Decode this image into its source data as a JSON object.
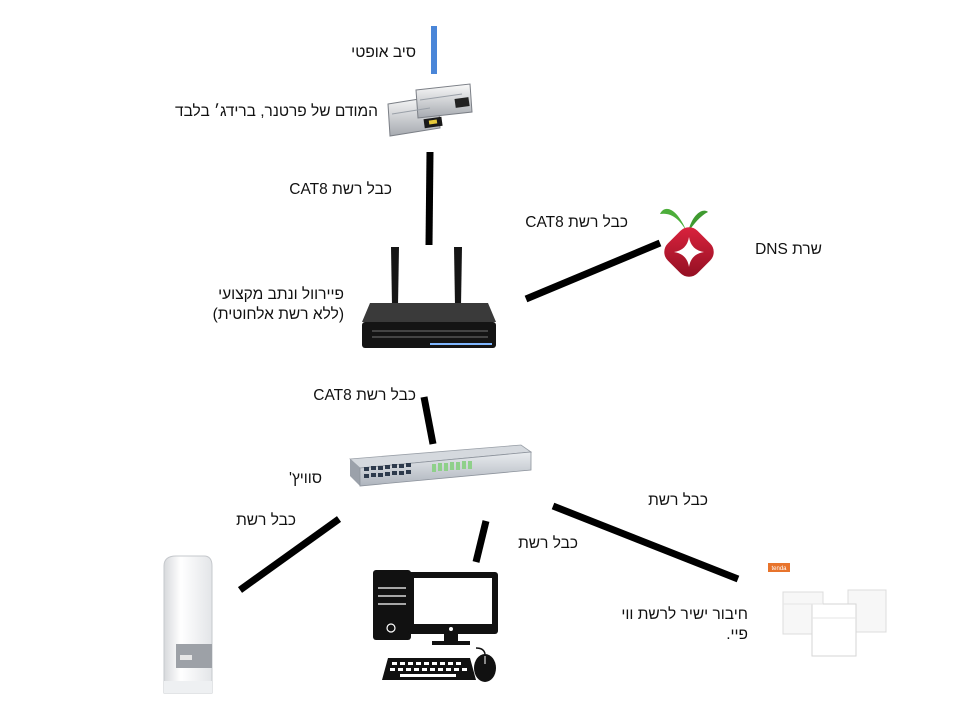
{
  "labels": {
    "fiber": "סיב אופטי",
    "modem": "המודם של פרטנר, ברידג׳ בלבד",
    "cable_modem_router": "כבל רשת CAT8",
    "cable_router_dns": "כבל רשת CAT8",
    "dns_server": "שרת DNS",
    "firewall_line1": "פיירוול ונתב מקצועי",
    "firewall_line2": "(ללא רשת אלחוטית)",
    "cable_router_switch": "כבל רשת CAT8",
    "switch": "סוויץ'",
    "cable_nas": "כבל רשת",
    "cable_pc": "כבל רשת",
    "cable_mesh": "כבל רשת",
    "wifi_line1": "חיבור ישיר לרשת ווי",
    "wifi_line2": "פיי."
  },
  "mesh_badge_text": "tenda",
  "colors": {
    "link": "#000000",
    "fiber": "#4a86d8",
    "pihole_red": "#c0152f",
    "pihole_green": "#4cae3a",
    "mesh_badge": "#e8742c"
  },
  "icons": {
    "fiber": "fiber-optic-icon",
    "modem": "sfp-module-icon",
    "router": "router-icon",
    "dns": "pihole-icon",
    "switch": "network-switch-icon",
    "nas": "nas-drive-icon",
    "pc": "desktop-computer-icon",
    "mesh": "mesh-wifi-icon"
  }
}
